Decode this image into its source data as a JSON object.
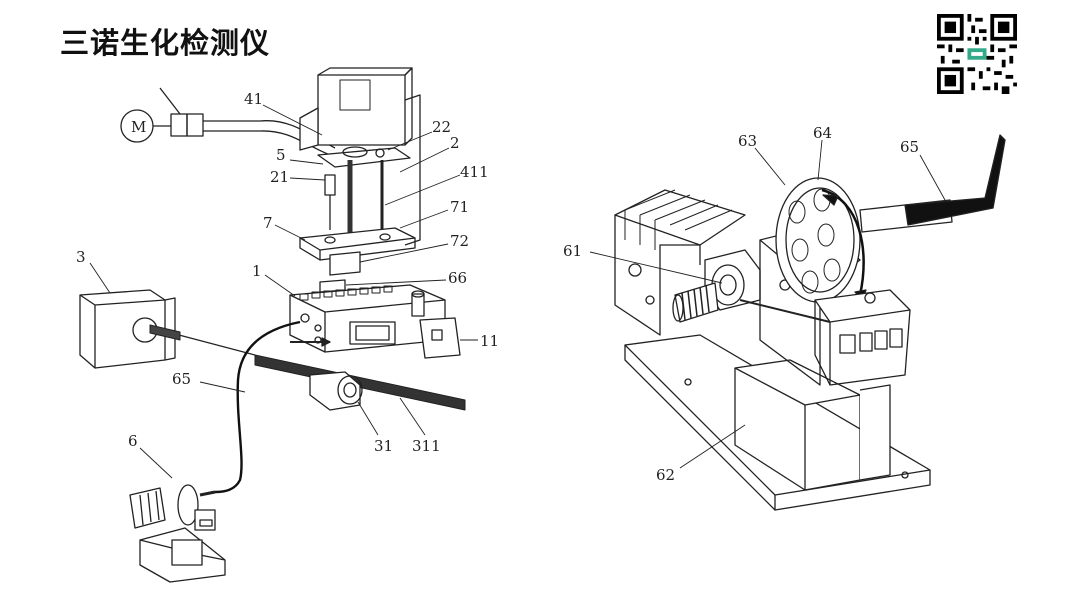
{
  "slide": {
    "title": "三诺生化检测仪"
  },
  "qr_code": {
    "icon": "qr-code-icon"
  },
  "left_figure": {
    "motor_symbol": "M",
    "labels": [
      "41",
      "22",
      "2",
      "5",
      "21",
      "411",
      "71",
      "7",
      "72",
      "3",
      "1",
      "66",
      "11",
      "65",
      "31",
      "311",
      "6"
    ]
  },
  "right_figure": {
    "labels": [
      "63",
      "64",
      "65",
      "61",
      "62"
    ]
  }
}
